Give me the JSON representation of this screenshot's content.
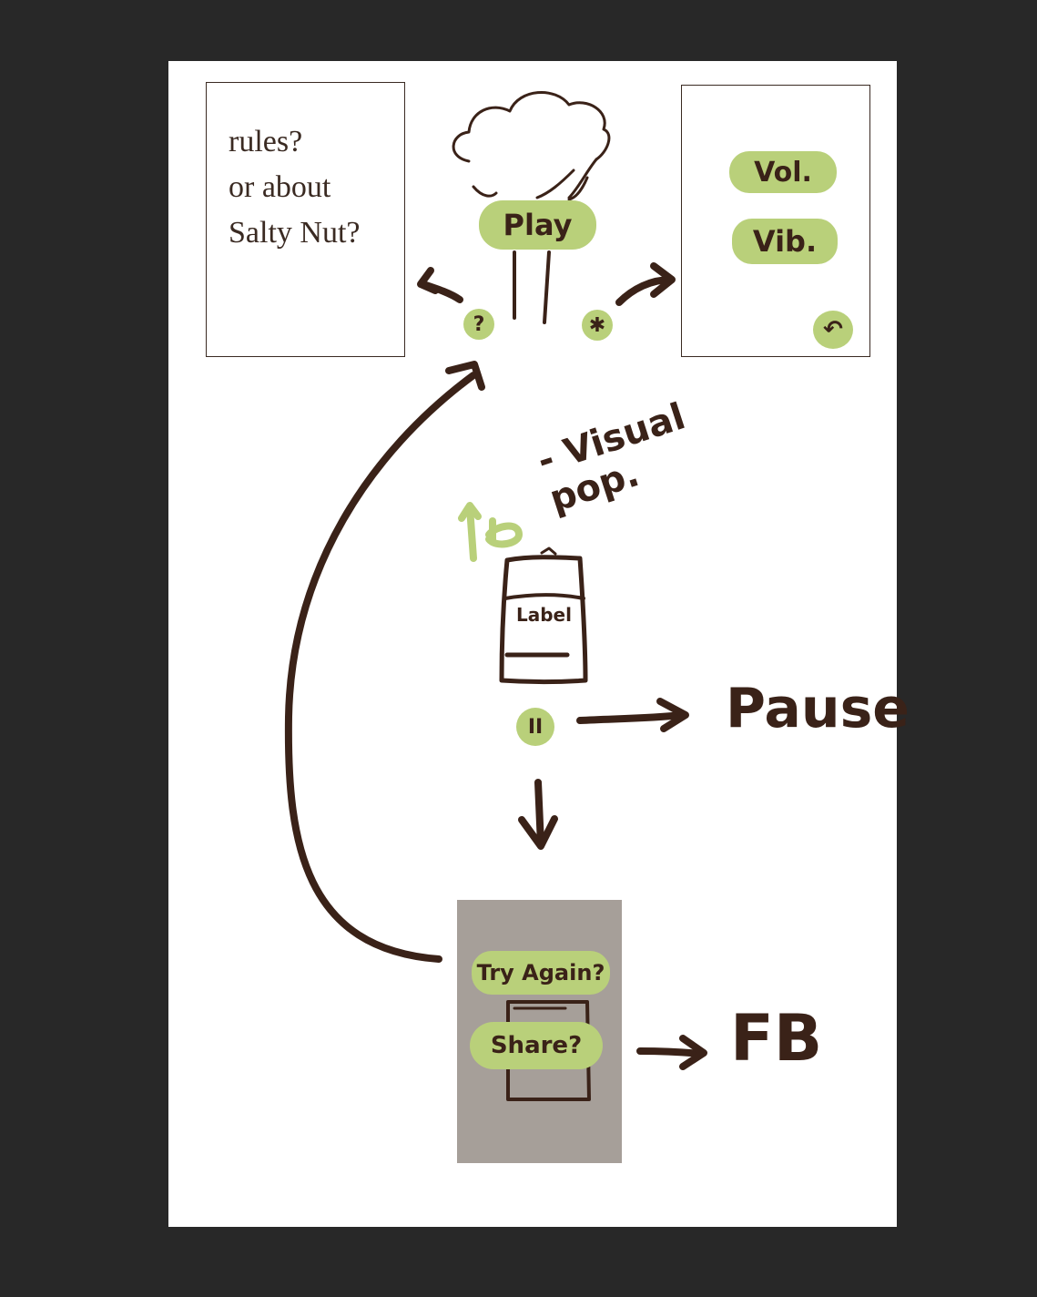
{
  "rules_box": {
    "text": "rules?\nor about\nSalty Nut?"
  },
  "title_screen": {
    "play_label": "Play"
  },
  "settings_box": {
    "volume_label": "Vol.",
    "vibration_label": "Vib."
  },
  "icons": {
    "help": "?",
    "settings": "✱",
    "back": "↶",
    "pause": "II"
  },
  "annotations": {
    "visual_pop": "- Visual\npop.",
    "can_label": "Label",
    "pause": "Pause",
    "fb": "FB"
  },
  "game_over": {
    "try_again_label": "Try Again?",
    "share_label": "Share?"
  },
  "colors": {
    "ink": "#3a2218",
    "accent": "#b9d07a",
    "overlay": "#a69f99",
    "background": "#282828"
  }
}
